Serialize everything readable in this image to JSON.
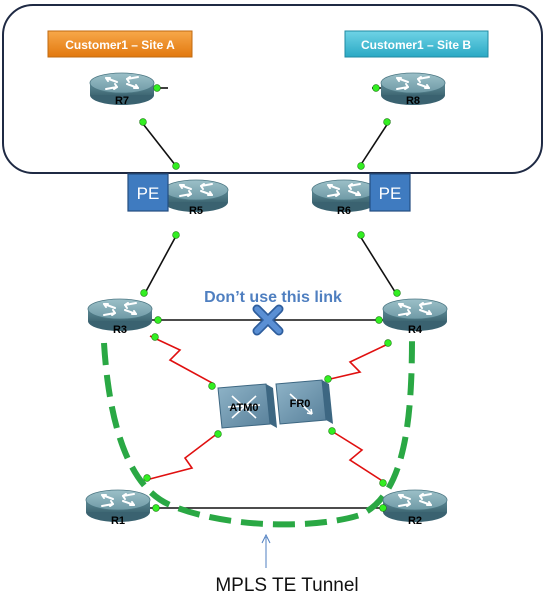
{
  "customer_boxes": {
    "site_a": "Customer1 – Site A",
    "site_b": "Customer1 – Site B"
  },
  "routers": {
    "r7": "R7",
    "r8": "R8",
    "r5": "R5",
    "r6": "R6",
    "r3": "R3",
    "r4": "R4",
    "r1": "R1",
    "r2": "R2"
  },
  "switches": {
    "atm": "ATM0",
    "fr": "FR0"
  },
  "pe_labels": {
    "left": "PE",
    "right": "PE"
  },
  "annotations": {
    "no_link": "Don’t use this link",
    "tunnel": "MPLS TE Tunnel"
  },
  "colors": {
    "site_a": "#f08a1c",
    "site_b": "#3fb8d2",
    "pe_box": "#3f7bc0",
    "router": "#5f8f9b",
    "link_dot": "#33ee22",
    "serial_link": "#e01010",
    "tunnel": "#2aa844",
    "forbidden_x": "#4f7fc0",
    "annotation_text": "#4f7fc0"
  },
  "icons": [
    "router-icon",
    "atm-switch-icon",
    "frame-relay-switch-icon",
    "forbidden-x-icon",
    "arrow-icon"
  ]
}
